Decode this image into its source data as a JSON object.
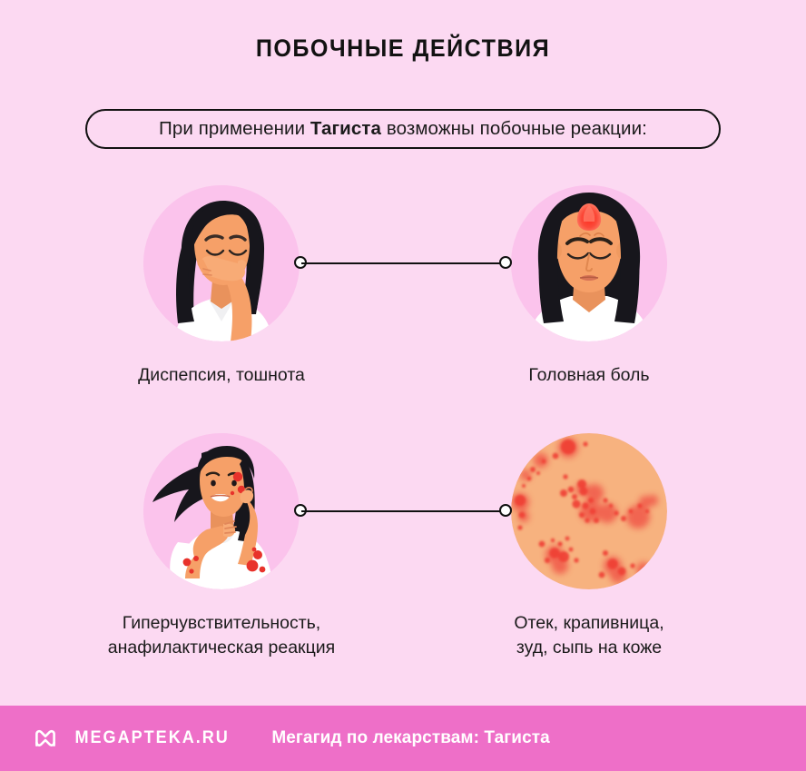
{
  "page": {
    "title": "ПОБОЧНЫЕ ДЕЙСТВИЯ",
    "background_color": "#FCD9F2",
    "circle_color": "#FBC3EC",
    "accent_color": "#EE6FC8",
    "text_color": "#1B1B1B"
  },
  "subtitle": {
    "prefix": "При применении ",
    "drug": "Тагиста",
    "suffix": " возможны побочные реакции:"
  },
  "items": [
    {
      "id": "nausea",
      "caption_line1": "Диспепсия, тошнота",
      "caption_line2": "",
      "illustration": "woman-covering-mouth-nausea"
    },
    {
      "id": "headache",
      "caption_line1": "Головная боль",
      "caption_line2": "",
      "illustration": "woman-face-headache-red-spot"
    },
    {
      "id": "hypersensitivity",
      "caption_line1": "Гиперчувствительность,",
      "caption_line2": "анафилактическая реакция",
      "illustration": "woman-scratching-rash-arms"
    },
    {
      "id": "rash",
      "caption_line1": "Отек, крапивница,",
      "caption_line2": "зуд, сыпь на коже",
      "illustration": "skin-closeup-red-rash-spots"
    }
  ],
  "connectors": [
    {
      "id": "top",
      "style": "line-with-end-dots"
    },
    {
      "id": "bottom",
      "style": "line-with-end-dots"
    }
  ],
  "footer": {
    "logo_icon": "megapteka-m-logo-icon",
    "brand": "MEGAPTEKA.RU",
    "tagline": "Мегагид по лекарствам: Тагиста",
    "background_color": "#EE6FC8"
  }
}
